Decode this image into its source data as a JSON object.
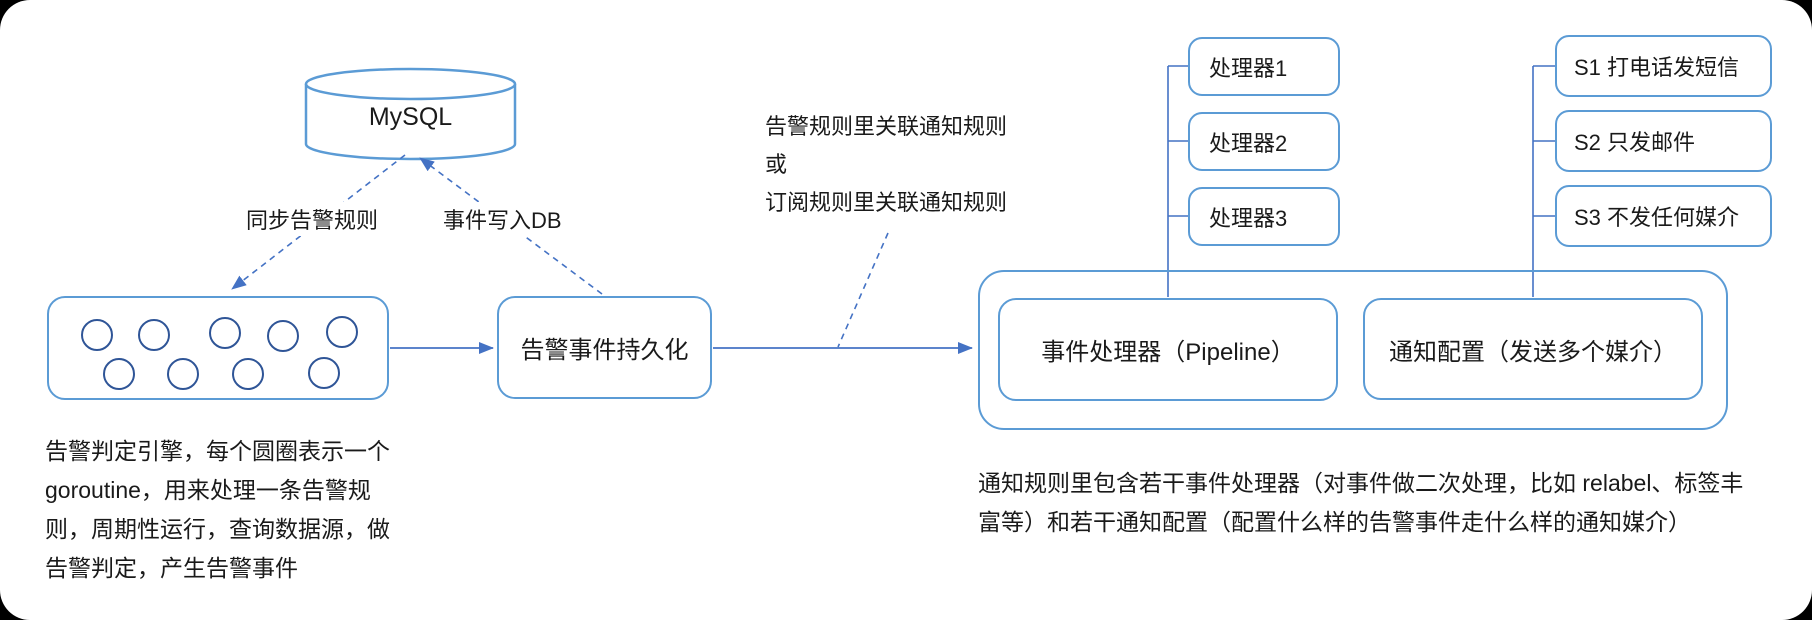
{
  "diagram": {
    "database": {
      "label": "MySQL"
    },
    "edges": {
      "sync_rules": "同步告警规则",
      "write_db": "事件写入DB",
      "annotation_line1": "告警规则里关联通知规则",
      "annotation_line2": "或",
      "annotation_line3": "订阅规则里关联通知规则"
    },
    "persistence": {
      "label": "告警事件持久化"
    },
    "processors": [
      {
        "label": "处理器1"
      },
      {
        "label": "处理器2"
      },
      {
        "label": "处理器3"
      }
    ],
    "strategies": [
      {
        "label": "S1 打电话发短信"
      },
      {
        "label": "S2 只发邮件"
      },
      {
        "label": "S3 不发任何媒介"
      }
    ],
    "notify_rule": {
      "pipeline_label": "事件处理器（Pipeline）",
      "notify_label": "通知配置（发送多个媒介）"
    },
    "notes": {
      "engine_lines": [
        "告警判定引擎，每个圆圈表示一个",
        "goroutine，用来处理一条告警规",
        "则，周期性运行，查询数据源，做",
        "告警判定，产生告警事件"
      ],
      "notify_lines": [
        "通知规则里包含若干事件处理器（对事件做二次处理，比如 relabel、标签丰",
        "富等）和若干通知配置（配置什么样的告警事件走什么样的通知媒介）"
      ]
    },
    "colors": {
      "box_border": "#5B9BD5",
      "connector": "#4472C4",
      "goroutine_circle": "#2F5597",
      "text": "#1a1a1a",
      "canvas": "#ffffff",
      "page": "#000000"
    }
  }
}
